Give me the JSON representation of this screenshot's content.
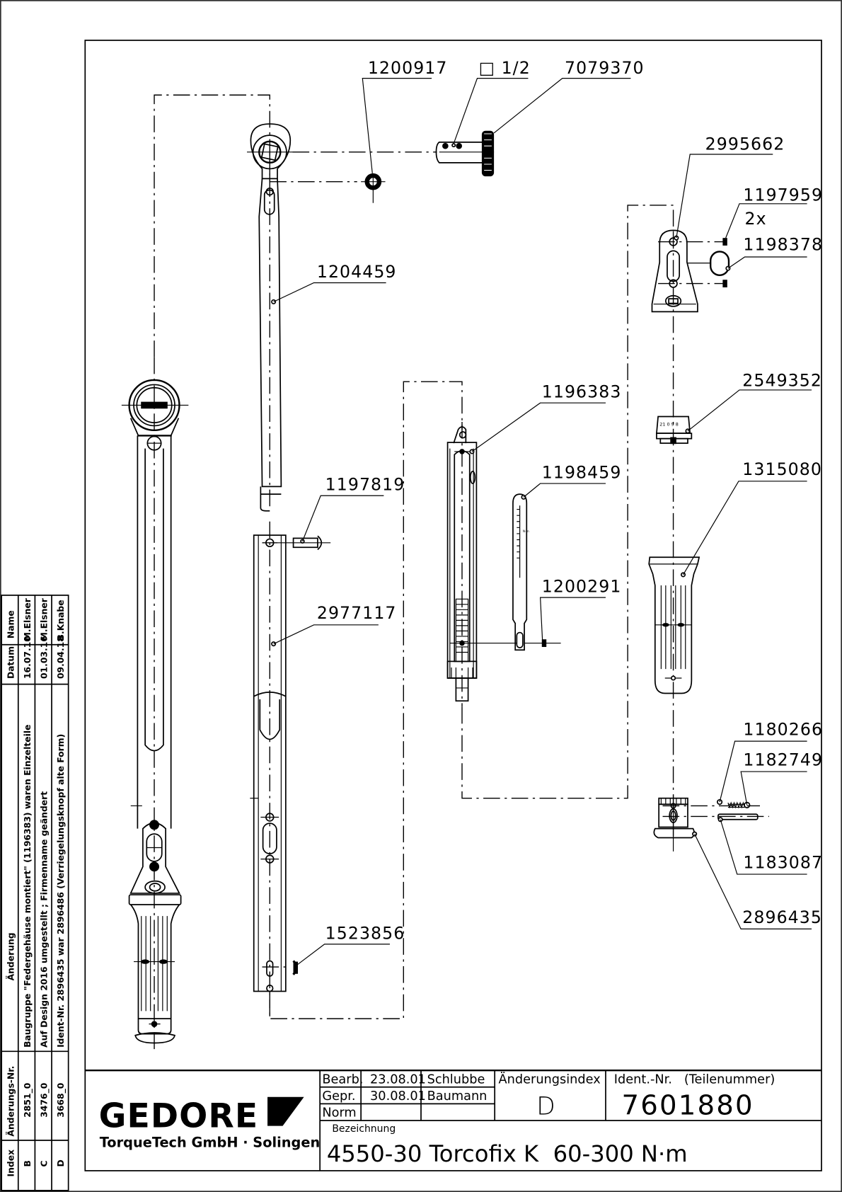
{
  "drawing": {
    "callouts": [
      {
        "id": "c1200917",
        "text": "1200917"
      },
      {
        "id": "csq",
        "text": "□ 1/2"
      },
      {
        "id": "c7079370",
        "text": "7079370"
      },
      {
        "id": "c2995662",
        "text": "2995662"
      },
      {
        "id": "c1197959",
        "text": "1197959"
      },
      {
        "id": "c2x",
        "text": "2x"
      },
      {
        "id": "c1198378",
        "text": "1198378"
      },
      {
        "id": "c1204459",
        "text": "1204459"
      },
      {
        "id": "c1196383",
        "text": "1196383"
      },
      {
        "id": "c2549352",
        "text": "2549352"
      },
      {
        "id": "c1198459",
        "text": "1198459"
      },
      {
        "id": "c1315080",
        "text": "1315080"
      },
      {
        "id": "c1197819",
        "text": "1197819"
      },
      {
        "id": "c1200291",
        "text": "1200291"
      },
      {
        "id": "c2977117",
        "text": "2977117"
      },
      {
        "id": "c1180266",
        "text": "1180266"
      },
      {
        "id": "c1182749",
        "text": "1182749"
      },
      {
        "id": "c1183087",
        "text": "1183087"
      },
      {
        "id": "c2896435",
        "text": "2896435"
      },
      {
        "id": "c1523856",
        "text": "1523856"
      }
    ],
    "scale_numbers": "21 0 9 8"
  },
  "revision_table": {
    "headers": {
      "index": "Index",
      "change_no": "Änderungs-Nr.",
      "change": "Änderung",
      "date": "Datum",
      "name": "Name"
    },
    "rows": [
      {
        "index": "B",
        "change_no": "2851_0",
        "change": "Baugruppe \"Federgehäuse montiert\" (1196383) waren Einzelteile",
        "date": "16.07.10",
        "name": "M.Elsner"
      },
      {
        "index": "C",
        "change_no": "3476_0",
        "change": "Auf Design 2016 umgestellt ; Firmenname geändert",
        "date": "01.03.16",
        "name": "M.Elsner"
      },
      {
        "index": "D",
        "change_no": "3668_0",
        "change": "Ident-Nr. 2896435 war 2896486 (Verriegelungsknopf alte Form)",
        "date": "09.04.18",
        "name": "B.Knabe"
      }
    ]
  },
  "title_block": {
    "logo": "GEDORE",
    "company": "TorqueTech GmbH · Solingen",
    "approvals": [
      {
        "role": "Bearb.",
        "date": "23.08.01",
        "name": "Schlubbe"
      },
      {
        "role": "Gepr.",
        "date": "30.08.01",
        "name": "Baumann"
      },
      {
        "role": "Norm",
        "date": "",
        "name": ""
      }
    ],
    "revision_label": "Änderungsindex",
    "revision_value": "D",
    "ident_label": "Ident.-Nr.   (Teilenummer)",
    "ident_value": "7601880",
    "designation_label": "Bezeichnung",
    "designation_value": "4550-30 Torcofix K  60-300 N·m"
  }
}
